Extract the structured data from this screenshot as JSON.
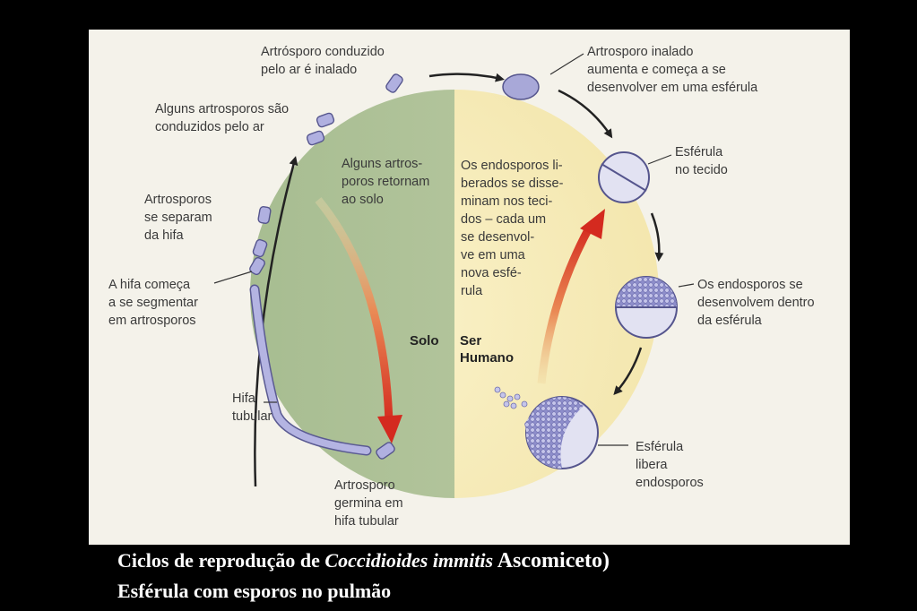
{
  "labels": {
    "inhaled": "Artrósporo conduzido\npelo ar é inalado",
    "airborne": "Alguns artrosporos são\nconduzidos pelo ar",
    "separate": "Artrosporos\nse separam\nda hifa",
    "segment": "A hifa começa\na se segmentar\nem artrosporos",
    "hypha": "Hifa\ntubular",
    "germinate": "Artrosporo\ngermina em\nhifa tubular",
    "return_soil": "Alguns artros-\nporos retornam\nao solo",
    "endospores_released": "Os endosporos li-\nberados se disse-\nminam nos teci-\ndos – cada um\nse desenvol-\nve em uma\nnova esfé-\nrula",
    "soil": "Solo",
    "human": "Ser\nHumano",
    "enlarges": "Artrosporo inalado\naumenta e começa a se\ndesenvolver em uma esférula",
    "spherule_tissue": "Esférula\nno tecido",
    "endospores_develop": "Os endosporos se\ndesenvolvem dentro\nda esférula",
    "releases": "Esférula\nlibera\nendosporos"
  },
  "caption": {
    "line1_prefix": "Ciclos de reprodução de ",
    "line1_species": "Coccidioides immitis",
    "line1_suffix": " Ascomiceto)",
    "line2": "Esférula com esporos no pulmão"
  },
  "colors": {
    "soil_bg": "#a9bf93",
    "human_bg": "#f6eab3",
    "arrow_red": "#d42a1f",
    "spore": "#a6a6d8",
    "spherule": "#dcdcee",
    "endospore_fill": "#8a8ac6"
  }
}
